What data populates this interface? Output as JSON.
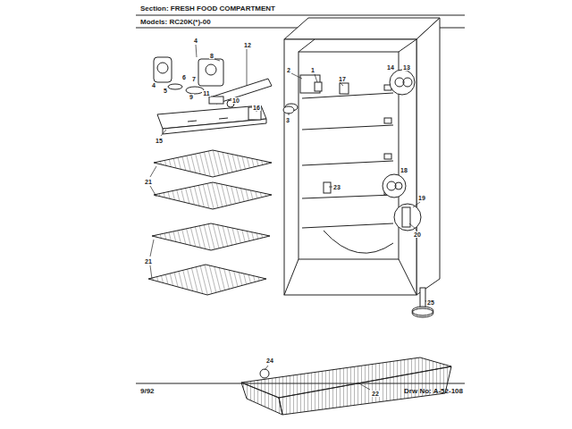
{
  "diagram": {
    "title": "Section: FRESH FOOD COMPARTMENT",
    "labels": [
      "Models: RC20K(*)-00",
      "4",
      "8",
      "12",
      "2",
      "1",
      "17",
      "14",
      "13",
      "4",
      "5",
      "6",
      "7",
      "9",
      "11",
      "10",
      "16",
      "3",
      "15",
      "21",
      "18",
      "23",
      "19",
      "20",
      "21",
      "25",
      "24",
      "22",
      "9/92",
      "Drw No: A-52-108"
    ]
  }
}
